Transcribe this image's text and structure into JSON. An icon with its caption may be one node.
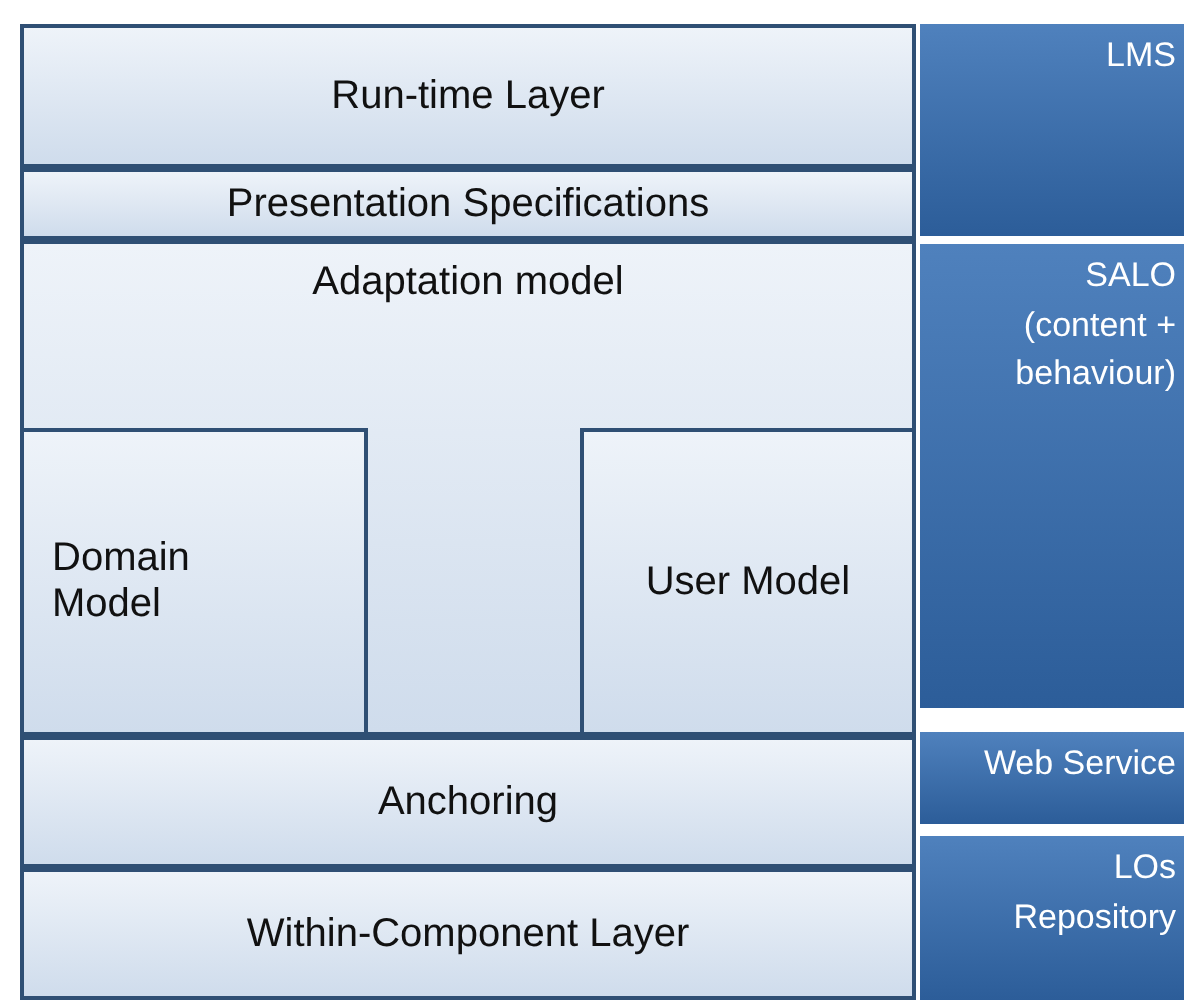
{
  "diagram": {
    "nodes": [
      {
        "text": [
          "Run-time Layer"
        ]
      },
      {
        "text": [
          "LMS"
        ]
      },
      {
        "text": [
          "Presentation Specifications"
        ]
      },
      {
        "text": [
          "Adaptation model"
        ]
      },
      {
        "text": [
          "Domain Model"
        ],
        "in": 3
      },
      {
        "text": [
          "User Model"
        ],
        "in": 3
      },
      {
        "text": [
          "SALO (content + behaviour)"
        ]
      },
      {
        "text": [
          "Anchoring"
        ]
      },
      {
        "text": [
          "Web Service"
        ]
      },
      {
        "text": [
          "Within-Component Layer"
        ]
      },
      {
        "text": [
          "LOs Repository"
        ]
      }
    ]
  }
}
